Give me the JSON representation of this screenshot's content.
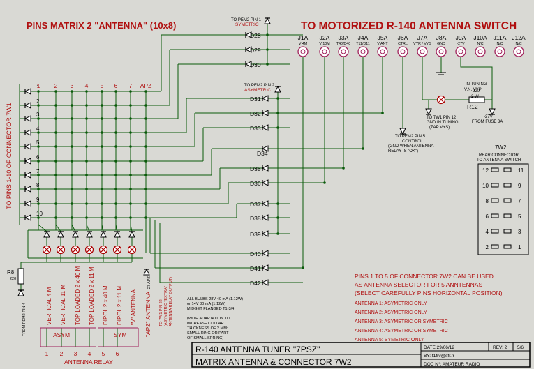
{
  "title": "PINS MATRIX 2 \"ANTENNA\" (10x8)",
  "switch_title": "TO MOTORIZED R-140 ANTENNA SWITCH",
  "left_vertical": "TO PINS 1-10 OF CONNECTOR 7W1",
  "matrix_cols": [
    "1",
    "2",
    "3",
    "4",
    "5",
    "6",
    "7",
    "APZ"
  ],
  "matrix_rows": [
    "1",
    "2",
    "3",
    "4",
    "5",
    "6",
    "7",
    "8",
    "9",
    "10"
  ],
  "jacks": [
    {
      "id": "J1A",
      "sub": "V 4M"
    },
    {
      "id": "J2A",
      "sub": "V 10M"
    },
    {
      "id": "J3A",
      "sub": "T40/D40"
    },
    {
      "id": "J4A",
      "sub": "T11/D11"
    },
    {
      "id": "J5A",
      "sub": "V ANT"
    },
    {
      "id": "J6A",
      "sub": "CTRL"
    },
    {
      "id": "J7A",
      "sub": "VYR / VYS"
    },
    {
      "id": "J8A",
      "sub": "GND"
    },
    {
      "id": "J9A",
      "sub": "-27V"
    },
    {
      "id": "J10A",
      "sub": "N/C"
    },
    {
      "id": "J11A",
      "sub": "N/C"
    },
    {
      "id": "J12A",
      "sub": "N/C"
    }
  ],
  "pem_sym": [
    "TO PEM2 PIN 1",
    "SYMETRIC"
  ],
  "pem_asym": [
    "TO PEM2 PIN 2",
    "ASYMETRIC"
  ],
  "diodes": [
    "D28",
    "D29",
    "D30",
    "D31",
    "D32",
    "D33",
    "D34",
    "D35",
    "D36",
    "D37",
    "D38",
    "D39",
    "D40",
    "D41",
    "D42"
  ],
  "in_tuning": [
    "IN TUNING",
    "V.N. VYP"
  ],
  "r12": {
    "name": "R12",
    "value": "220",
    "watt": "2 W"
  },
  "from_fuse": [
    "-27V",
    "FROM FUSE 3A"
  ],
  "to_7w1_pin12": [
    "TO 7W1 PIN 12",
    "GND IN TUNING",
    "(ZAP VYS)"
  ],
  "to_pem2_pin5": [
    "TO PEM2 PIN 5",
    "CONTROL",
    "(GND WHEN ANTENNA",
    "RELAY IS \"OK\")"
  ],
  "connector": {
    "name": "7W2",
    "sub": [
      "REAR CONNECTOR",
      "TO ANTENNA SWITCH"
    ],
    "rows": [
      [
        "12",
        "11"
      ],
      [
        "10",
        "9"
      ],
      [
        "8",
        "7"
      ],
      [
        "6",
        "5"
      ],
      [
        "4",
        "3"
      ],
      [
        "2",
        "1"
      ]
    ]
  },
  "bulbs_note": [
    "ALL BULBS 28V 40 mA (1.12W)",
    "or 14V 80 mA (1.12W)",
    "MIDGET FLANGED T1-3/4",
    "",
    "(WITH ADAPTATION TO",
    "INCREASE COLLAR",
    "THICKNESS OF 2 MM:",
    "SMALL RING OR PART",
    "OF SMALL SPRING)"
  ],
  "r8": {
    "name": "R8",
    "value": "220"
  },
  "from_pem2_pin4": "FROM PEM2 PIN 4",
  "antenna_labels": [
    "VERTICAL 4 M",
    "VERTICAL 11 M",
    "TOP LOADED 2 x 40 M",
    "TOP LOADED 2 x 11 M",
    "DIPOL 2 x 40 M",
    "DIPOL 2 x 11 M",
    "\"V\" ANTENNA"
  ],
  "apz_antenna": "\"APZ\" ANTENNA",
  "apz_small": "-27 APZ",
  "apz_note": [
    "TO 7W1 PIN 22",
    "(ASYMETRIC \"EXTRA\"",
    "ANTENNA RELAY OUTPUT)"
  ],
  "asym": "ASYM",
  "sym": "SYM",
  "relay_nums": [
    "1",
    "2",
    "3",
    "4",
    "5",
    "6"
  ],
  "antenna_relay": "ANTENNA RELAY",
  "pins_note": [
    "PINS 1 TO 5 OF CONNECTOR 7W2 CAN BE USED",
    "AS ANTENNA SELECTOR FOR 5  ANNTENNAS",
    "(SELECT CAREFULLY PINS HORIZONTAL POSITION)"
  ],
  "antennas_list": [
    "ANTENNA 1: ASYMETRIC ONLY",
    "ANTENNA 2: ASYMETRIC ONLY",
    "ANTENNA 3: ASYMETRIC OR SYMETRIC",
    "ANTENNA 4: ASYMETRIC OR SYMETRIC",
    "ANTENNA 5: SYMETRIC ONLY"
  ],
  "titleblock": {
    "line1": "R-140 ANTENNA TUNER \"7PSZ\"",
    "line2": "MATRIX ANTENNA & CONNECTOR 7W2",
    "date": "DATE:29/06/12",
    "rev": "REV: 2",
    "page": "5/6",
    "by": "BY:  f1frv@sfr.fr",
    "doc": "DOC N°: AMATEUR RADIO"
  }
}
